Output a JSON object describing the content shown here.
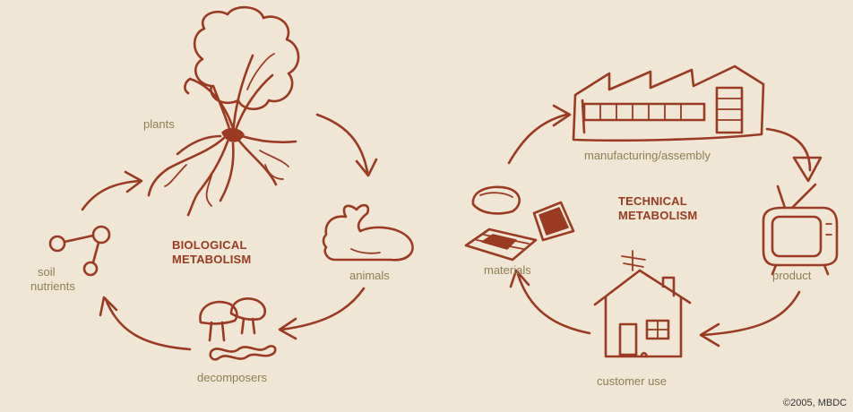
{
  "biological": {
    "title_line1": "BIOLOGICAL",
    "title_line2": "METABOLISM",
    "plants": "plants",
    "animals": "animals",
    "decomposers": "decomposers",
    "soil_line1": "soil",
    "soil_line2": "nutrients"
  },
  "technical": {
    "title_line1": "TECHNICAL",
    "title_line2": "METABOLISM",
    "manufacturing": "manufacturing/assembly",
    "product": "product",
    "customer_use": "customer use",
    "materials": "materials"
  },
  "copyright": "©2005, MBDC",
  "colors": {
    "ink": "#9a3a22",
    "label": "#8c7f52",
    "background": "#efe6d6"
  }
}
